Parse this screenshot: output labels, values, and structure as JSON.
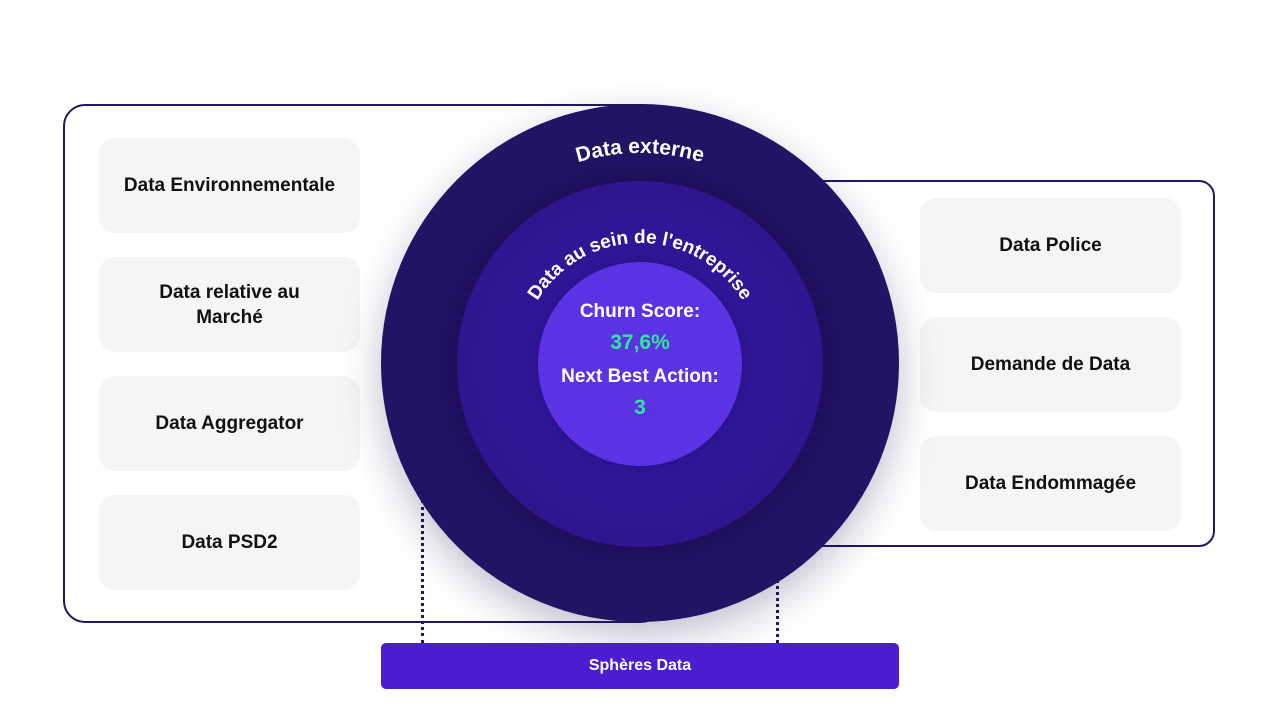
{
  "left_cards": [
    "Data Environnementale",
    "Data relative au Marché",
    "Data Aggregator",
    "Data PSD2"
  ],
  "right_cards": [
    "Data Police",
    "Demande de Data",
    "Data Endommagée"
  ],
  "spheres": {
    "outer_label": "Data externe",
    "middle_label": "Data au sein de l'entreprise",
    "churn_label": "Churn Score:",
    "churn_value": "37,6%",
    "nba_label": "Next Best Action:",
    "nba_value": "3"
  },
  "banner": "Sphères Data",
  "colors": {
    "outer_ring": "#221364",
    "middle_ring": "#2e158f",
    "inner_core": "#5b32e4",
    "value_green": "#2ee89b",
    "banner": "#4a1ed0",
    "card": "#f5f5f5"
  }
}
